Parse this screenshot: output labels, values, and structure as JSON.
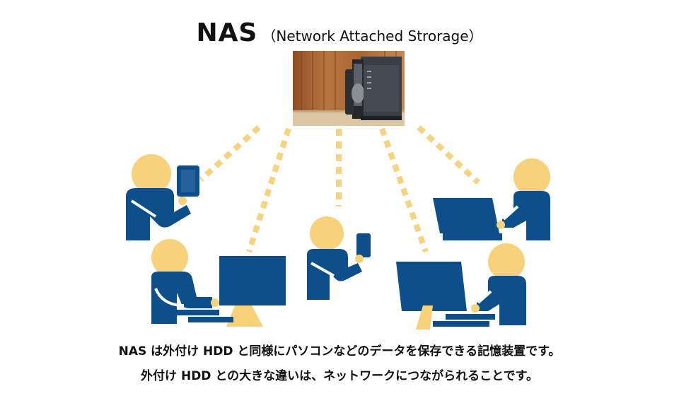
{
  "title": {
    "main": "NAS",
    "sub": "（Network Attached Strorage）"
  },
  "caption": {
    "line1": "NAS は外付け HDD と同様にパソコンなどのデータを保存できる記憶装置です。",
    "line2": "外付け HDD との大きな違いは、ネットワークにつながられることです。"
  },
  "colors": {
    "figure_blue": "#0d4f8b",
    "figure_head": "#f8d27a",
    "connection_line": "#f7d37f",
    "photo_wood": "#b0703b",
    "photo_device": "#34393f"
  },
  "nodes": [
    {
      "id": "nas",
      "icon": "nas-device-photo"
    },
    {
      "id": "user-tablet-left",
      "icon": "person-with-tablet"
    },
    {
      "id": "user-desktop-left",
      "icon": "person-at-desktop"
    },
    {
      "id": "user-phone-center",
      "icon": "person-with-phone"
    },
    {
      "id": "user-desktop-right",
      "icon": "person-at-desktop"
    },
    {
      "id": "user-laptop-right",
      "icon": "person-with-laptop"
    }
  ]
}
